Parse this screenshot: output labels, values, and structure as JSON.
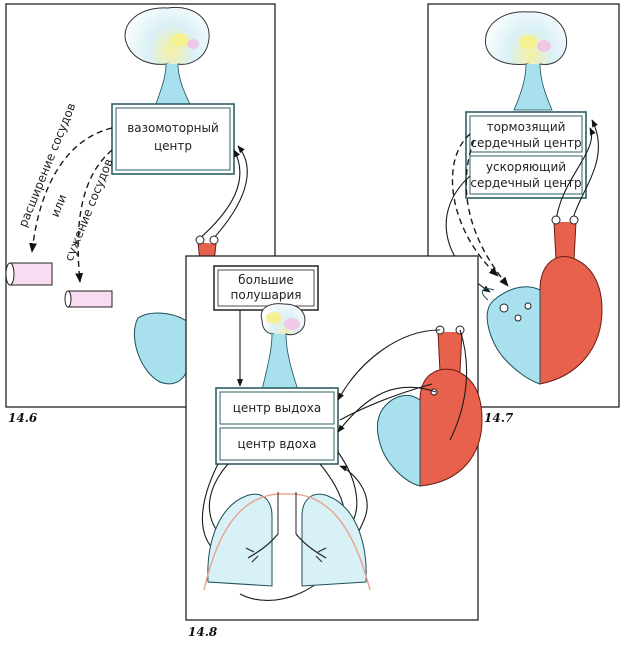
{
  "figures": [
    {
      "id": "14.6",
      "caption": "14.6",
      "labels": {
        "center": [
          "вазомоторный",
          "центр"
        ],
        "dilation": "расширение сосудов",
        "or": "или",
        "constriction": "сужение сосудов"
      }
    },
    {
      "id": "14.7",
      "caption": "14.7",
      "labels": {
        "inhibit": [
          "тормозящий",
          "сердечный центр"
        ],
        "accel": [
          "ускоряющий",
          "сердечный центр"
        ]
      }
    },
    {
      "id": "14.8",
      "caption": "14.8",
      "labels": {
        "hemispheres": [
          "большие",
          "полушария"
        ],
        "exhale": "центр выдоха",
        "inhale": "центр вдоха"
      }
    }
  ],
  "colors": {
    "artery": "#e8614d",
    "venous": "#a9e0ee",
    "box_border": "#2c5f66",
    "brain_yellow": "#f7ef8a",
    "brain_pink": "#f2c3e5"
  }
}
